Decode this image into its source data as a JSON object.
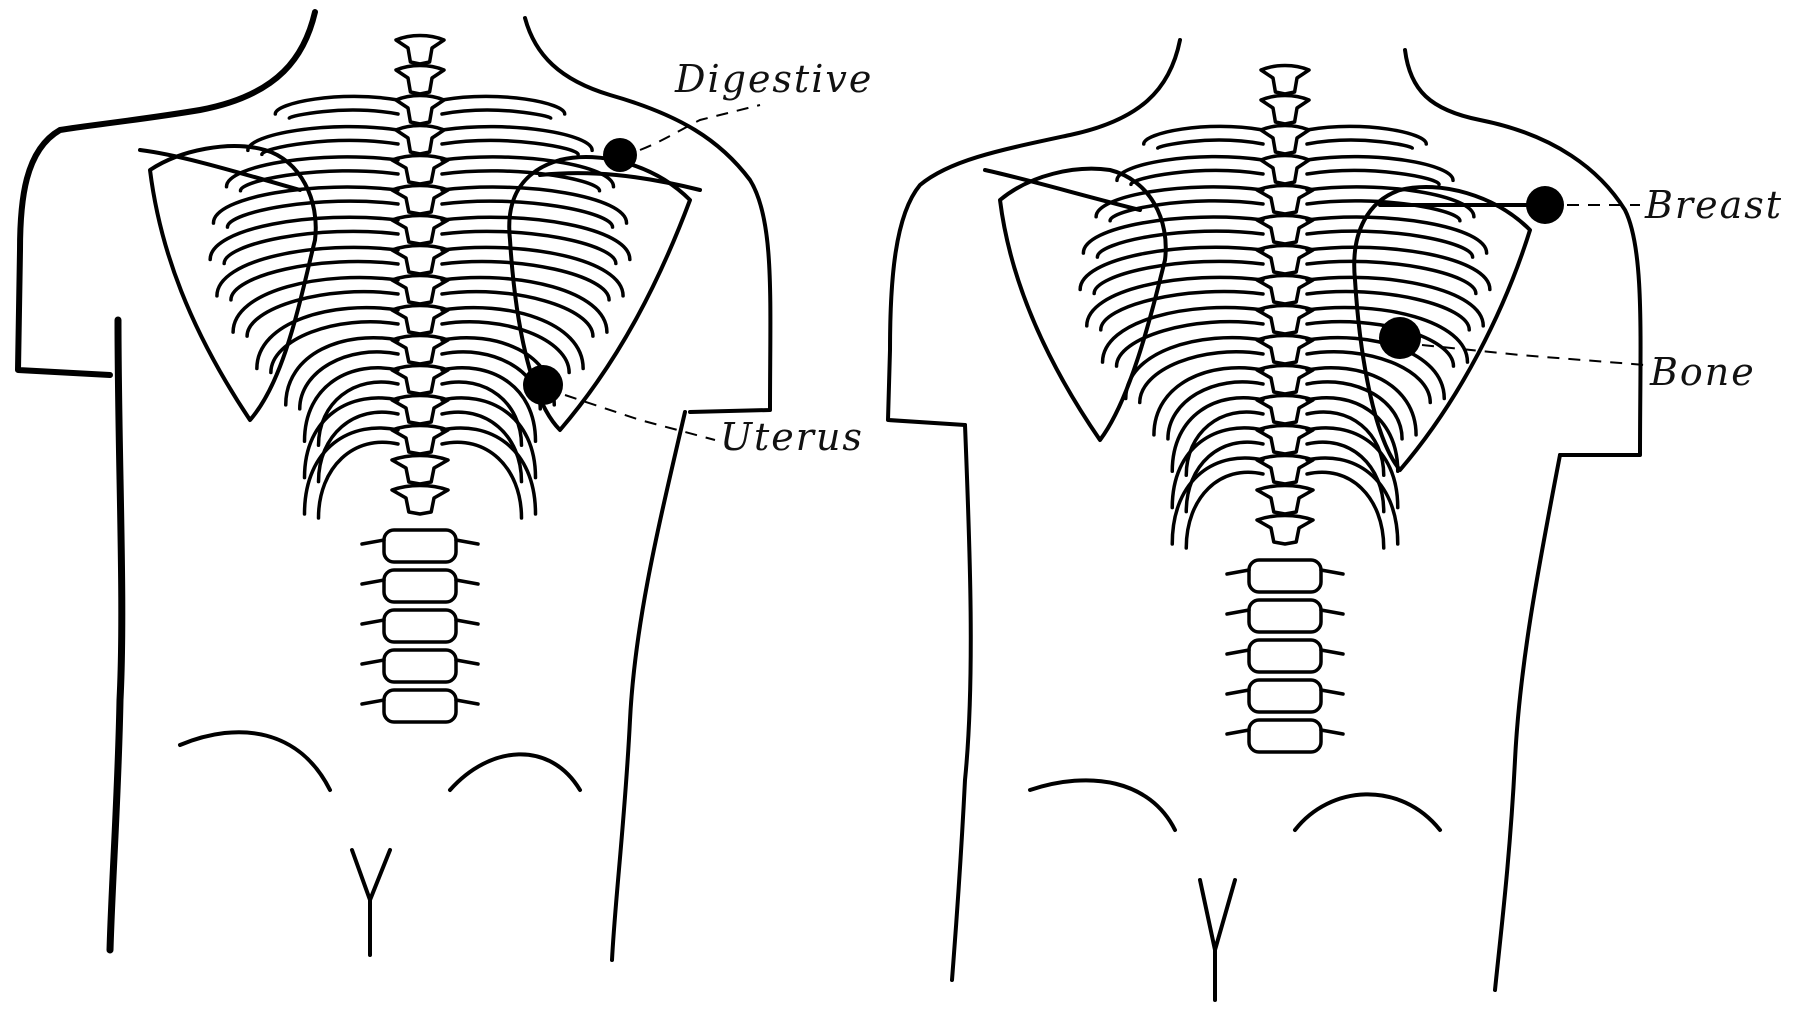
{
  "figures": [
    {
      "id": "left",
      "labels": [
        {
          "key": "digestive",
          "text": "Digestive"
        },
        {
          "key": "uterus",
          "text": "Uterus"
        }
      ]
    },
    {
      "id": "right",
      "labels": [
        {
          "key": "breast",
          "text": "Breast"
        },
        {
          "key": "bone",
          "text": "Bone"
        }
      ]
    }
  ],
  "colors": {
    "ink": "#000000",
    "background": "#ffffff"
  }
}
